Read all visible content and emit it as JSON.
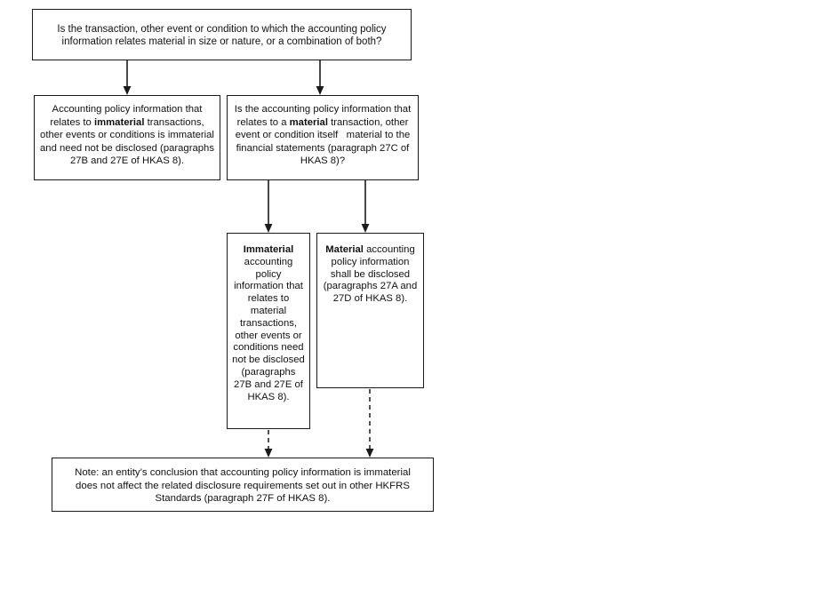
{
  "diagram": {
    "type": "flowchart",
    "title": "Materiality judgements for accounting policy information",
    "colors": {
      "box_border": "#1a1a1a",
      "box_fill": "#ffffff",
      "text": "#111111",
      "connector": "#1a1a1a"
    },
    "nodes": [
      {
        "id": "root",
        "name": "question-transaction-material",
        "text": "Is the transaction, other event or condition to which the accounting policy information relates material in size or nature, or a combination of both?"
      },
      {
        "id": "immaterial_transactions",
        "name": "outcome-immaterial-transactions",
        "text_parts": [
          {
            "text": "Accounting policy information that relates to ",
            "bold": false
          },
          {
            "text": "immaterial",
            "bold": true
          },
          {
            "text": " transactions, other events or conditions is immaterial and need not be disclosed (paragraphs 27B and 27E of HKAS 8).",
            "bold": false
          }
        ]
      },
      {
        "id": "material_question",
        "name": "question-information-itself-material",
        "text_parts": [
          {
            "text": "Is the accounting policy information that relates to a ",
            "bold": false
          },
          {
            "text": "material",
            "bold": true
          },
          {
            "text": " transaction, other event or condition itself   material to the financial statements (paragraph 27C of HKAS 8)?",
            "bold": false
          }
        ]
      },
      {
        "id": "immaterial_result",
        "name": "outcome-immaterial-policy-information",
        "text_parts": [
          {
            "text": "Immaterial",
            "bold": true
          },
          {
            "text": " accounting policy information that relates to material transactions, other events or conditions need not be disclosed (paragraphs 27B and 27E of HKAS 8).",
            "bold": false
          }
        ]
      },
      {
        "id": "material_result",
        "name": "outcome-material-policy-information",
        "text_parts": [
          {
            "text": "Material",
            "bold": true
          },
          {
            "text": " accounting policy information shall be disclosed (paragraphs 27A and 27D of HKAS 8).",
            "bold": false
          }
        ]
      },
      {
        "id": "note",
        "name": "note-disclosure-requirements",
        "text": "Note: an entity’s conclusion that accounting policy information is immaterial does not affect the related disclosure requirements set out in other HKFRS Standards (paragraph 27F of HKAS 8)."
      }
    ],
    "edges": [
      {
        "id": "root-to-immaterial-transactions",
        "style": "solid",
        "arrow": "down"
      },
      {
        "id": "root-to-material-question",
        "style": "solid",
        "arrow": "down"
      },
      {
        "id": "material-question-to-immaterial-result",
        "style": "solid",
        "arrow": "down"
      },
      {
        "id": "material-question-to-material-result",
        "style": "solid",
        "arrow": "down"
      },
      {
        "id": "immaterial-result-to-note",
        "style": "dashed",
        "arrow": "down"
      },
      {
        "id": "material-result-to-note",
        "style": "dashed",
        "arrow": "down"
      }
    ]
  }
}
